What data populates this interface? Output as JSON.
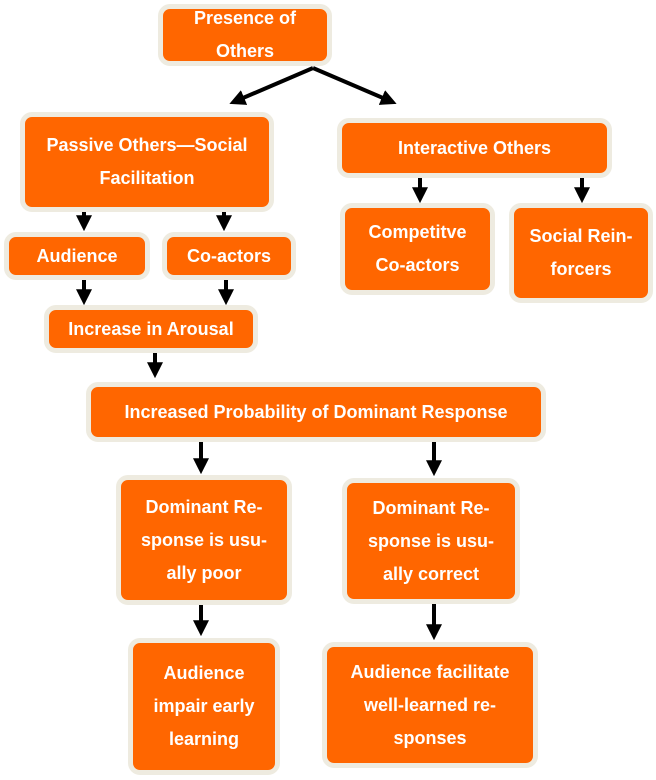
{
  "colors": {
    "box_fill": "#FF6600",
    "box_border": "#EEEBE0",
    "text": "#FFFFFF",
    "arrow": "#000000"
  },
  "nodes": {
    "presence": "Presence of Others",
    "passive": "Passive Others—Social\nFacilitation",
    "interactive": "Interactive Others",
    "audience": "Audience",
    "coactors": "Co-actors",
    "competitive": "Competitve\nCo-actors",
    "reinforcers": "Social Rein-\nforcers",
    "arousal": "Increase in Arousal",
    "probability": "Increased Probability of Dominant Response",
    "dominant_poor": "Dominant Re-\nsponse is usu-\nally poor",
    "dominant_correct": "Dominant Re-\nsponse  is usu-\nally correct",
    "impair": "Audience\nimpair early\nlearning",
    "facilitate": "Audience facilitate\nwell-learned re-\nsponses"
  }
}
